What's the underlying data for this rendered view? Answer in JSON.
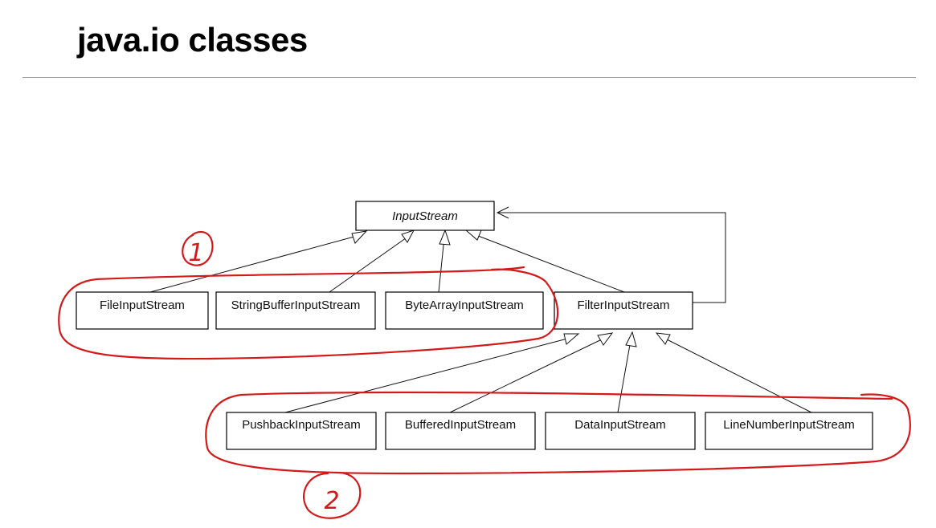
{
  "title": "java.io classes",
  "nodes": {
    "inputstream": "InputStream",
    "fileinputstream": "FileInputStream",
    "stringbufferinputstream": "StringBufferInputStream",
    "bytearrayinputstream": "ByteArrayInputStream",
    "filterinputstream": "FilterInputStream",
    "pushbackinputstream": "PushbackInputStream",
    "bufferedinputstream": "BufferedInputStream",
    "datainputstream": "DataInputStream",
    "linenumberinputstream": "LineNumberInputStream"
  },
  "edges": [
    {
      "from": "fileinputstream",
      "to": "inputstream",
      "type": "inheritance"
    },
    {
      "from": "stringbufferinputstream",
      "to": "inputstream",
      "type": "inheritance"
    },
    {
      "from": "bytearrayinputstream",
      "to": "inputstream",
      "type": "inheritance"
    },
    {
      "from": "filterinputstream",
      "to": "inputstream",
      "type": "inheritance"
    },
    {
      "from": "filterinputstream",
      "to": "inputstream",
      "type": "association"
    },
    {
      "from": "pushbackinputstream",
      "to": "filterinputstream",
      "type": "inheritance"
    },
    {
      "from": "bufferedinputstream",
      "to": "filterinputstream",
      "type": "inheritance"
    },
    {
      "from": "datainputstream",
      "to": "filterinputstream",
      "type": "inheritance"
    },
    {
      "from": "linenumberinputstream",
      "to": "filterinputstream",
      "type": "inheritance"
    }
  ],
  "annotations": {
    "group1_label": "1",
    "group2_label": "2",
    "ink_color": "#d21a1a"
  }
}
